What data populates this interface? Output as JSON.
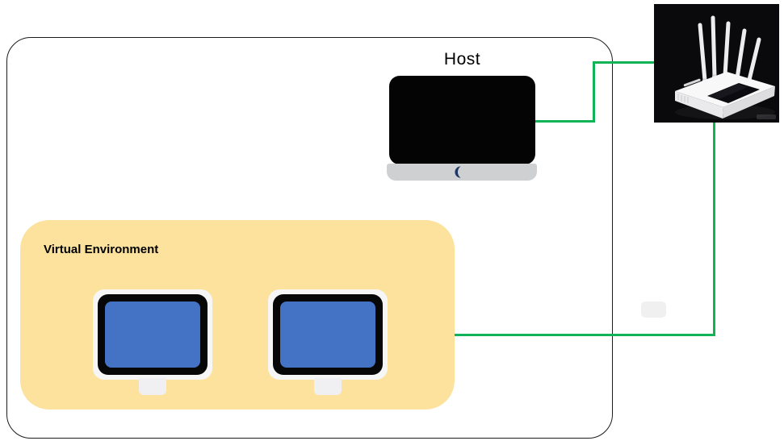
{
  "host": {
    "label": "Host"
  },
  "virtual_environment": {
    "label": "Virtual Environment",
    "vm_count": 2
  },
  "router": {
    "alt": "white wireless router with five antennas on black background",
    "antenna_count": 5
  },
  "connections": [
    {
      "from": "host",
      "to": "router"
    },
    {
      "from": "vm-2",
      "to": "router"
    }
  ],
  "colors": {
    "env-yellow": "#fce29c",
    "screen-blue": "#4472c4",
    "connection-green": "#10b355",
    "moon-navy": "#203864",
    "boundary-black": "#1c1c1c"
  }
}
